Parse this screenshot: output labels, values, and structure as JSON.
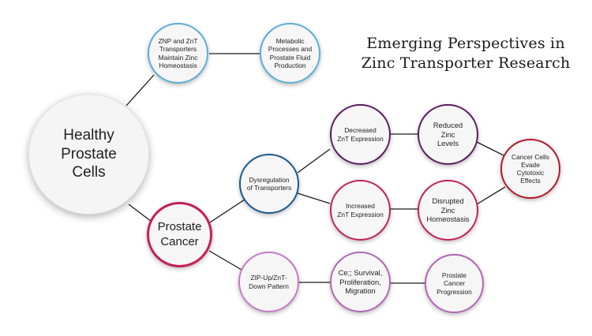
{
  "title": {
    "line1": "Emerging Perspectives in",
    "line2": "Zinc Transporter Research"
  },
  "nodes": {
    "healthy": "Healthy\nProstate\nCells",
    "znp": "ZNP and ZnT\nTransporters\nMaintain Zinc\nHomeostasis",
    "metabolic": "Metabolic\nProcesses and\nProstate Fluid\nProduction",
    "prostate_cancer": "Prostate\nCancer",
    "dysregulation": "Dysregulation\nof Transporters",
    "decreased": "Decreased\nZnT Expression",
    "reduced": "Reduced\nZinc\nLevels",
    "increased": "Increased\nZnT Expression",
    "disrupted": "Disrupted\nZinc\nHomeostasis",
    "evade": "Cancer Cells\nEvade\nCytotoxic\nEffects",
    "zip_pattern": "ZIP-Up/ZnT-\nDown Pattern",
    "survival": "Ce;; Survival,\nProliferation,\nMigration",
    "progression": "Prostate\nCancer\nProgression"
  },
  "colors": {
    "light_blue": "#5aaed6",
    "dark_blue": "#1e5a8c",
    "crimson": "#c3205a",
    "dark_purple": "#5a1c5e",
    "red": "#b5182a",
    "lilac": "#c57ac6",
    "node_fill": "#f6f6f6",
    "connector": "#1a1a1a"
  }
}
